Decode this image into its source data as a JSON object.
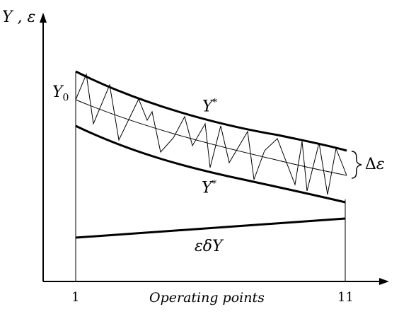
{
  "labels": {
    "y_axis": "Y , ε",
    "y0_main": "Y",
    "y0_sub": "0",
    "ystar_upper_main": "Y",
    "ystar_upper_sup": "*",
    "ystar_lower_main": "Y",
    "ystar_lower_sup": "*",
    "delta_epsilon_delta": "Δ",
    "delta_epsilon_eps": "ε",
    "epsilon_delta_y": "εδY",
    "x_axis": "Operating points",
    "tick_first": "1",
    "tick_last": "11"
  },
  "colors": {
    "ink": "#000000",
    "background": "#ffffff"
  }
}
